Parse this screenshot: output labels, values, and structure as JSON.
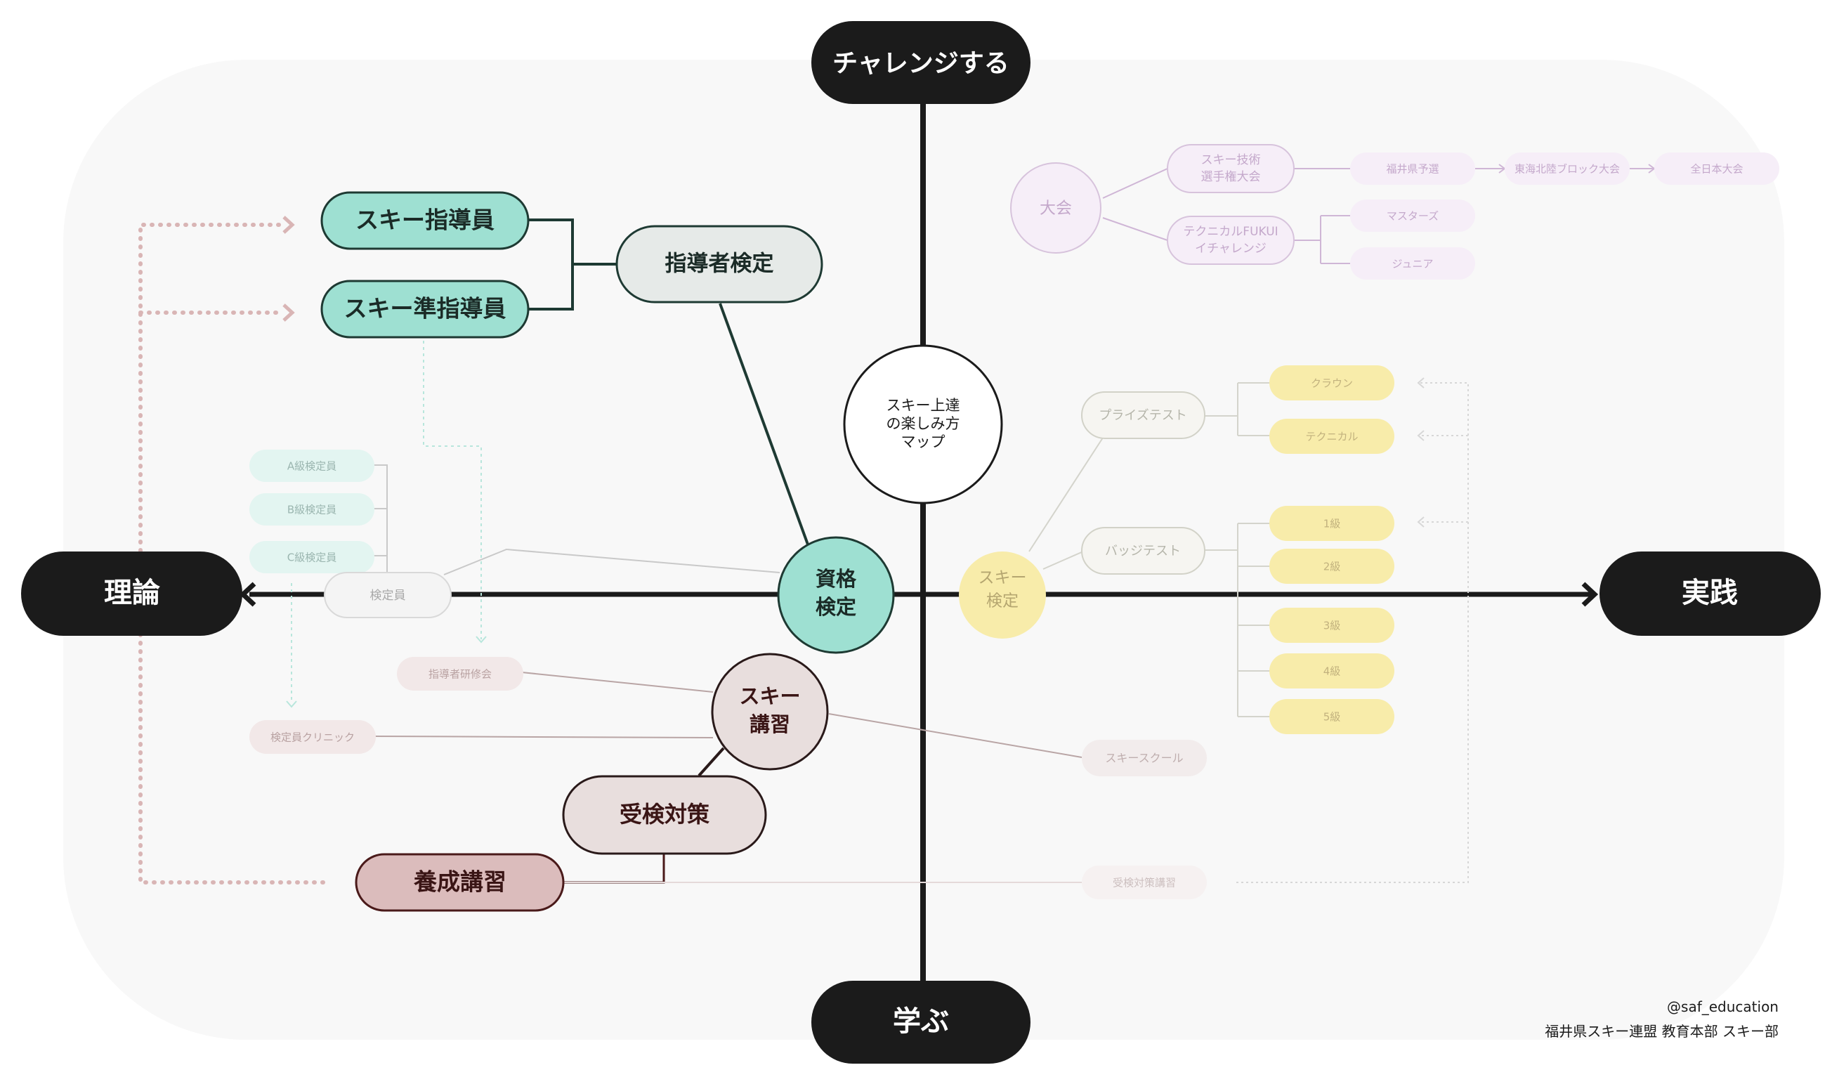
{
  "center": {
    "label": "スキー上達の楽しみ方マップ",
    "lines": [
      "スキー上達",
      "の楽しみ方",
      "マップ"
    ]
  },
  "axes": {
    "top": "チャレンジする",
    "bottom": "学ぶ",
    "left": "理論",
    "right": "実践"
  },
  "nodes": {
    "shikaku": {
      "lines": [
        "資格",
        "検定"
      ]
    },
    "shidosha_kentei": "指導者検定",
    "ski_shidoin": "スキー指導員",
    "ski_jun_shidoin": "スキー準指導員",
    "ski_koshu": {
      "lines": [
        "スキー",
        "講習"
      ]
    },
    "jukentaisaku": "受検対策",
    "yosei": "養成講習",
    "kenteiin": "検定員",
    "a_kyu": "A級検定員",
    "b_kyu": "B級検定員",
    "c_kyu": "C級検定員",
    "shidosha_kenshukai": "指導者研修会",
    "kenteiin_clinic": "検定員クリニック",
    "ski_school": "スキースクール",
    "jukentaisaku_koshu": "受検対策講習",
    "ski_kentei": {
      "lines": [
        "スキー",
        "検定"
      ]
    },
    "prize": "プライズテスト",
    "badge": "バッジテスト",
    "crown": "クラウン",
    "technical": "テクニカル",
    "grades": [
      "1級",
      "2級",
      "3級",
      "4級",
      "5級"
    ],
    "taikai": "大会",
    "gijutsu": {
      "lines": [
        "スキー技術",
        "選手権大会"
      ]
    },
    "fukui": {
      "lines": [
        "テクニカルFUKUI",
        "イチャレンジ"
      ]
    },
    "fukui_yosen": "福井県予選",
    "tokai": "東海北陸ブロック大会",
    "zennihon": "全日本大会",
    "masters": "マスターズ",
    "junior": "ジュニア"
  },
  "credit": {
    "handle": "@saf_education",
    "org": "福井県スキー連盟 教育本部 スキー部"
  },
  "colors": {
    "axis": "#1b1b1b",
    "teal": "#9ee0d2",
    "teal_light": "#e6f6f2",
    "rose": "#e8dedd",
    "rose_dark": "#dbbcbc",
    "yellow": "#f8ecaa",
    "purple": "#c9a8d0"
  }
}
